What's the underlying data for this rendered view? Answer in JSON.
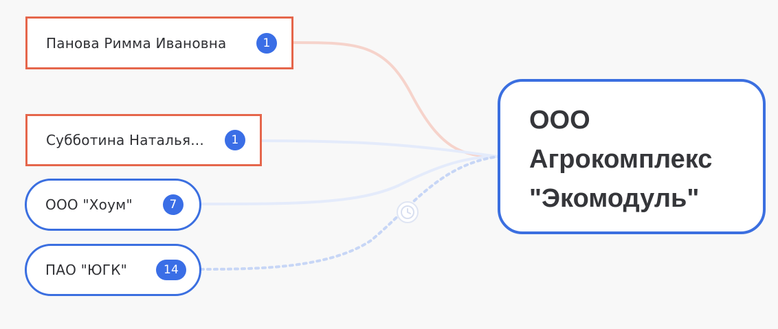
{
  "target": {
    "title": "ООО\nАгрокомплекс\n\"Экомодуль\""
  },
  "nodes": [
    {
      "label": "Панова Римма Ивановна",
      "count": "1",
      "kind": "person"
    },
    {
      "label": "Субботина Наталья...",
      "count": "1",
      "kind": "person"
    },
    {
      "label": "ООО \"Хоум\"",
      "count": "7",
      "kind": "company"
    },
    {
      "label": "ПАО \"ЮГК\"",
      "count": "14",
      "kind": "company"
    }
  ],
  "colors": {
    "person_border": "#e5664b",
    "company_border": "#3b6fe0",
    "badge": "#3a6ee6",
    "link_person": "#f6d3cb",
    "link_company": "#dde6fb",
    "link_dotted": "#c7d6f6"
  },
  "icons": {
    "link_marker": "clock-icon"
  }
}
